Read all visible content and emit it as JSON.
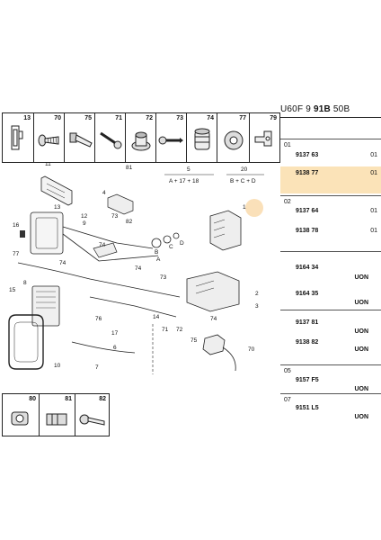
{
  "header": {
    "prefix": "U60F 9",
    "bold_code": "91B",
    "suffix": "50B"
  },
  "top_parts": [
    "13",
    "70",
    "75",
    "71",
    "72",
    "73",
    "74",
    "77",
    "79"
  ],
  "bottom_parts": [
    "80",
    "81",
    "82"
  ],
  "groups": [
    {
      "label": "01",
      "rows": [
        {
          "ref": "9137 63",
          "qty": "01",
          "highlight": false
        },
        {
          "ref": "9138 77",
          "qty": "01",
          "highlight": true
        }
      ]
    },
    {
      "label": "02",
      "rows": [
        {
          "ref": "9137 64",
          "qty": "01",
          "highlight": false
        },
        {
          "ref": "9138 78",
          "qty": "01",
          "highlight": false
        }
      ]
    },
    {
      "label": "",
      "rows": [
        {
          "ref": "9164 34",
          "qty": "UON",
          "highlight": false
        },
        {
          "ref": "9164 35",
          "qty": "UON",
          "highlight": false
        }
      ]
    },
    {
      "label": "",
      "rows": [
        {
          "ref": "9137 81",
          "qty": "UON",
          "highlight": false
        },
        {
          "ref": "9138 82",
          "qty": "UON",
          "highlight": false
        }
      ]
    },
    {
      "label": "05",
      "rows": [
        {
          "ref": "9157 F5",
          "qty": "UON",
          "highlight": false
        }
      ]
    },
    {
      "label": "07",
      "rows": [
        {
          "ref": "9151 L5",
          "qty": "UON",
          "highlight": false
        }
      ]
    }
  ],
  "legend": {
    "item5": "5",
    "item5_eq": "A + 17 + 18",
    "item20": "20",
    "item20_eq": "B + C + D"
  },
  "callouts": [
    "81",
    "11",
    "4",
    "13",
    "12",
    "73",
    "9",
    "16",
    "77",
    "74",
    "82",
    "74",
    "A",
    "B",
    "C",
    "D",
    "1",
    "74",
    "15",
    "8",
    "76",
    "14",
    "71",
    "72",
    "17",
    "6",
    "10",
    "7",
    "75",
    "70",
    "2",
    "3",
    "73",
    "74"
  ],
  "accent_highlight": "#fbe3b8",
  "marker_color": "#f6c77f"
}
